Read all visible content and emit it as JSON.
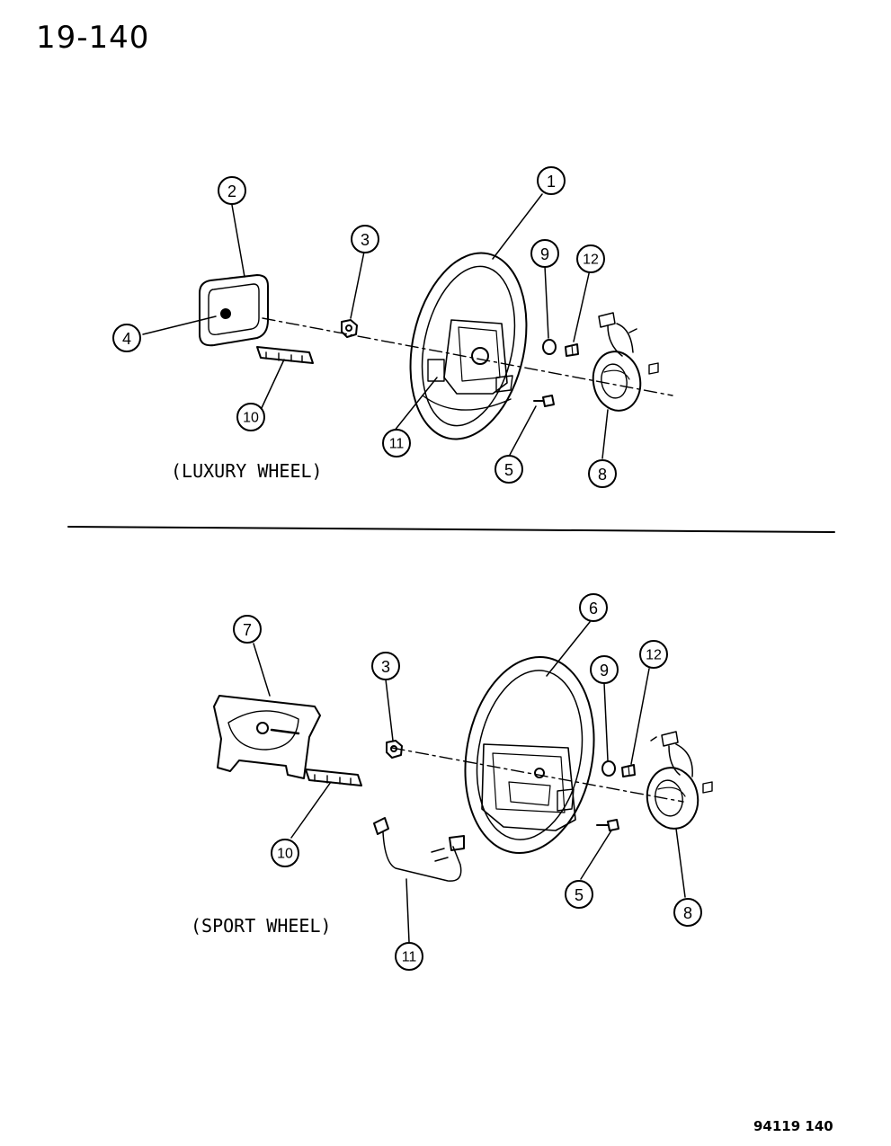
{
  "page_number": "19-140",
  "footer_code": "94119 140",
  "top_section": {
    "caption": "(LUXURY WHEEL)",
    "callouts": [
      "1",
      "2",
      "3",
      "4",
      "5",
      "8",
      "9",
      "10",
      "11",
      "12"
    ]
  },
  "bottom_section": {
    "caption": "(SPORT WHEEL)",
    "callouts": [
      "3",
      "5",
      "6",
      "7",
      "8",
      "9",
      "10",
      "11",
      "12"
    ]
  }
}
